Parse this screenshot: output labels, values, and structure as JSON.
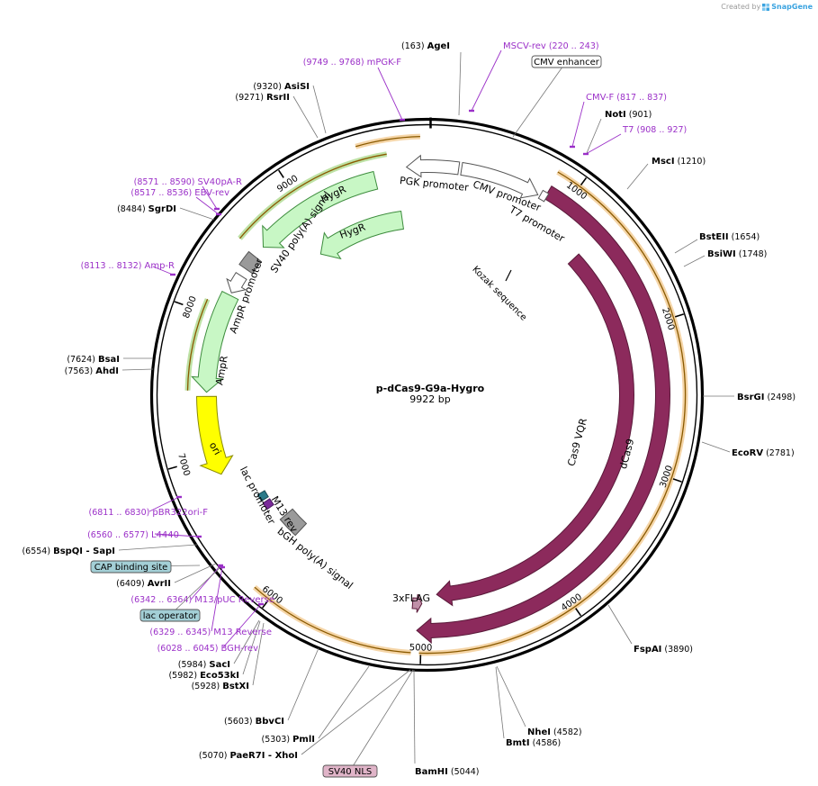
{
  "credit": {
    "prefix": "Created by",
    "brand": "SnapGene"
  },
  "plasmid": {
    "name": "p-dCas9-G9a-Hygro",
    "length": 9922,
    "length_label": "9922 bp"
  },
  "colors": {
    "primer": "#9b30c8",
    "cas9": "#8c2a5c",
    "resistance_fill": "#c8f7c5",
    "resistance_stroke": "#3d8c3d",
    "ori": "#ffff00",
    "highlight_orange": "#e8a23c",
    "highlight_green": "#6fbf3a",
    "box_blue": "#a3cfd6",
    "box_pink": "#e0b4c8",
    "promoter_stroke": "#555555",
    "gray_feature": "#9a9a9a"
  },
  "tick_labels": [
    "1000",
    "2000",
    "3000",
    "4000",
    "5000",
    "6000",
    "7000",
    "8000",
    "9000"
  ],
  "sites": [
    {
      "name": "AgeI",
      "pos": "(163)"
    },
    {
      "name": "NotI",
      "pos": "(901)"
    },
    {
      "name": "MscI",
      "pos": "(1210)"
    },
    {
      "name": "BstEII",
      "pos": "(1654)"
    },
    {
      "name": "BsiWI",
      "pos": "(1748)"
    },
    {
      "name": "BsrGI",
      "pos": "(2498)"
    },
    {
      "name": "EcoRV",
      "pos": "(2781)"
    },
    {
      "name": "FspAI",
      "pos": "(3890)"
    },
    {
      "name": "NheI",
      "pos": "(4582)"
    },
    {
      "name": "BmtI",
      "pos": "(4586)"
    },
    {
      "name": "BamHI",
      "pos": "(5044)"
    },
    {
      "name": "PaeR7I",
      "pos": "(5070)",
      "extra": "- XhoI"
    },
    {
      "name": "PmlI",
      "pos": "(5303)"
    },
    {
      "name": "BbvCI",
      "pos": "(5603)"
    },
    {
      "name": "BstXI",
      "pos": "(5928)"
    },
    {
      "name": "Eco53kI",
      "pos": "(5982)"
    },
    {
      "name": "SacI",
      "pos": "(5984)"
    },
    {
      "name": "AvrII",
      "pos": "(6409)"
    },
    {
      "name": "BspQI",
      "pos": "(6554)",
      "extra": "- SapI"
    },
    {
      "name": "AhdI",
      "pos": "(7563)"
    },
    {
      "name": "BsaI",
      "pos": "(7624)"
    },
    {
      "name": "SgrDI",
      "pos": "(8484)"
    },
    {
      "name": "RsrII",
      "pos": "(9271)"
    },
    {
      "name": "AsiSI",
      "pos": "(9320)"
    }
  ],
  "primers": [
    {
      "name": "MSCV-rev",
      "range": "(220 .. 243)"
    },
    {
      "name": "CMV-F",
      "range": "(817 .. 837)"
    },
    {
      "name": "T7",
      "range": "(908 .. 927)"
    },
    {
      "name": "mPGK-F",
      "range": "(9749 .. 9768)"
    },
    {
      "name": "SV40pA-R",
      "range": "(8571 .. 8590)"
    },
    {
      "name": "EBV-rev",
      "range": "(8517 .. 8536)"
    },
    {
      "name": "Amp-R",
      "range": "(8113 .. 8132)"
    },
    {
      "name": "pBR322ori-F",
      "range": "(6811 .. 6830)"
    },
    {
      "name": "L4440",
      "range": "(6560 .. 6577)"
    },
    {
      "name": "M13/pUC Reverse",
      "range": "(6342 .. 6364)"
    },
    {
      "name": "M13 Reverse",
      "range": "(6329 .. 6345)"
    },
    {
      "name": "BGH-rev",
      "range": "(6028 .. 6045)"
    }
  ],
  "boxed_features": [
    {
      "name": "CMV enhancer"
    },
    {
      "name": "CAP binding site"
    },
    {
      "name": "lac operator"
    },
    {
      "name": "SV40 NLS"
    }
  ],
  "features": {
    "pgk_promoter": "PGK promoter",
    "cmv_promoter": "CMV promoter",
    "t7_promoter": "T7 promoter",
    "kozak": "Kozak sequence",
    "cas9_vqr": "Cas9 VQR",
    "dcas9": "dCas9",
    "flag": "3xFLAG",
    "hygr_outer": "HygR",
    "hygr_inner": "HygR",
    "sv40_polya": "SV40 poly(A) signal",
    "amp_promoter": "AmpR promoter",
    "ampr": "AmpR",
    "ori": "ori",
    "lac_promoter": "lac promoter",
    "m13_rev": "M13 rev",
    "bgh_polya": "bGH poly(A) signal"
  }
}
